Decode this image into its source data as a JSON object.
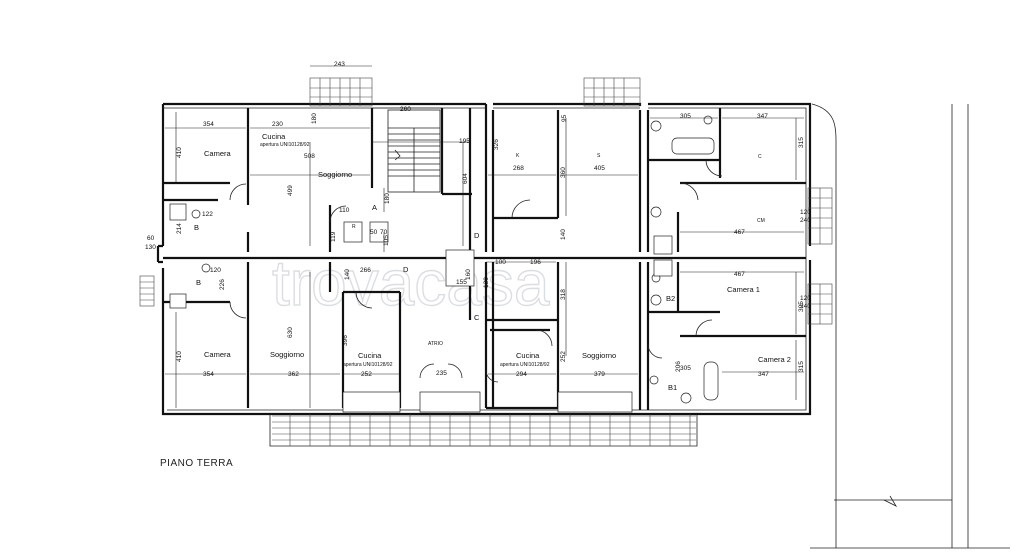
{
  "drawing": {
    "title": "PIANO TERRA",
    "watermark": "trovacasa"
  },
  "rooms": [
    {
      "id": "camera-nw",
      "label": "Camera"
    },
    {
      "id": "cucina-n",
      "label": "Cucina",
      "note": "apertura UNI10128/92"
    },
    {
      "id": "soggiorno-n",
      "label": "Soggiorno"
    },
    {
      "id": "bagno-n",
      "label": "B"
    },
    {
      "id": "bagno-s",
      "label": "B"
    },
    {
      "id": "camera-sw",
      "label": "Camera"
    },
    {
      "id": "soggiorno-sw",
      "label": "Soggiorno"
    },
    {
      "id": "cucina-sw",
      "label": "Cucina",
      "note": "apertura UNI10128/92"
    },
    {
      "id": "atrio",
      "label": "ATRIO"
    },
    {
      "id": "cucina-sc",
      "label": "Cucina",
      "note": "apertura UNI10128/92"
    },
    {
      "id": "soggiorno-sc",
      "label": "Soggiorno"
    },
    {
      "id": "k",
      "label": "K"
    },
    {
      "id": "s",
      "label": "S"
    },
    {
      "id": "c",
      "label": "C"
    },
    {
      "id": "cm",
      "label": "CM"
    },
    {
      "id": "camera1",
      "label": "Camera  1"
    },
    {
      "id": "camera2",
      "label": "Camera  2"
    },
    {
      "id": "b1",
      "label": "B1"
    },
    {
      "id": "b2",
      "label": "B2"
    }
  ],
  "markers": {
    "a": "A",
    "c": "C",
    "d1": "D",
    "d2": "D",
    "r": "R"
  },
  "dims": {
    "d243": "243",
    "d260": "260",
    "d354a": "354",
    "d230": "230",
    "d508": "508",
    "d410a": "410",
    "d499": "499",
    "d180a": "180",
    "d110a": "110",
    "d120a": "120",
    "d195": "195",
    "d604": "604",
    "d326": "326",
    "d268": "268",
    "d405": "405",
    "d360": "360",
    "d305a": "305",
    "d347a": "347",
    "d315a": "315",
    "d467a": "467",
    "d467b": "467",
    "d305b": "305",
    "d305c": "305",
    "d347b": "347",
    "d315b": "315",
    "d140a": "140",
    "d100": "100",
    "d196": "196",
    "d130": "130",
    "d155": "155",
    "d318": "318",
    "d266": "266",
    "d140b": "140",
    "d354b": "354",
    "d362": "362",
    "d630": "630",
    "d252a": "252",
    "d252b": "252",
    "d294": "294",
    "d379": "379",
    "d410b": "410",
    "d396": "396",
    "d235": "235",
    "d122": "122",
    "d214": "214",
    "d226": "226",
    "d119": "119",
    "d50": "50",
    "d70": "70",
    "d105": "105",
    "d160": "160",
    "d60": "60",
    "d130b": "130",
    "d120b": "120",
    "d240a": "240",
    "d240b": "240",
    "d180b": "180",
    "d95": "95",
    "d206": "206"
  }
}
